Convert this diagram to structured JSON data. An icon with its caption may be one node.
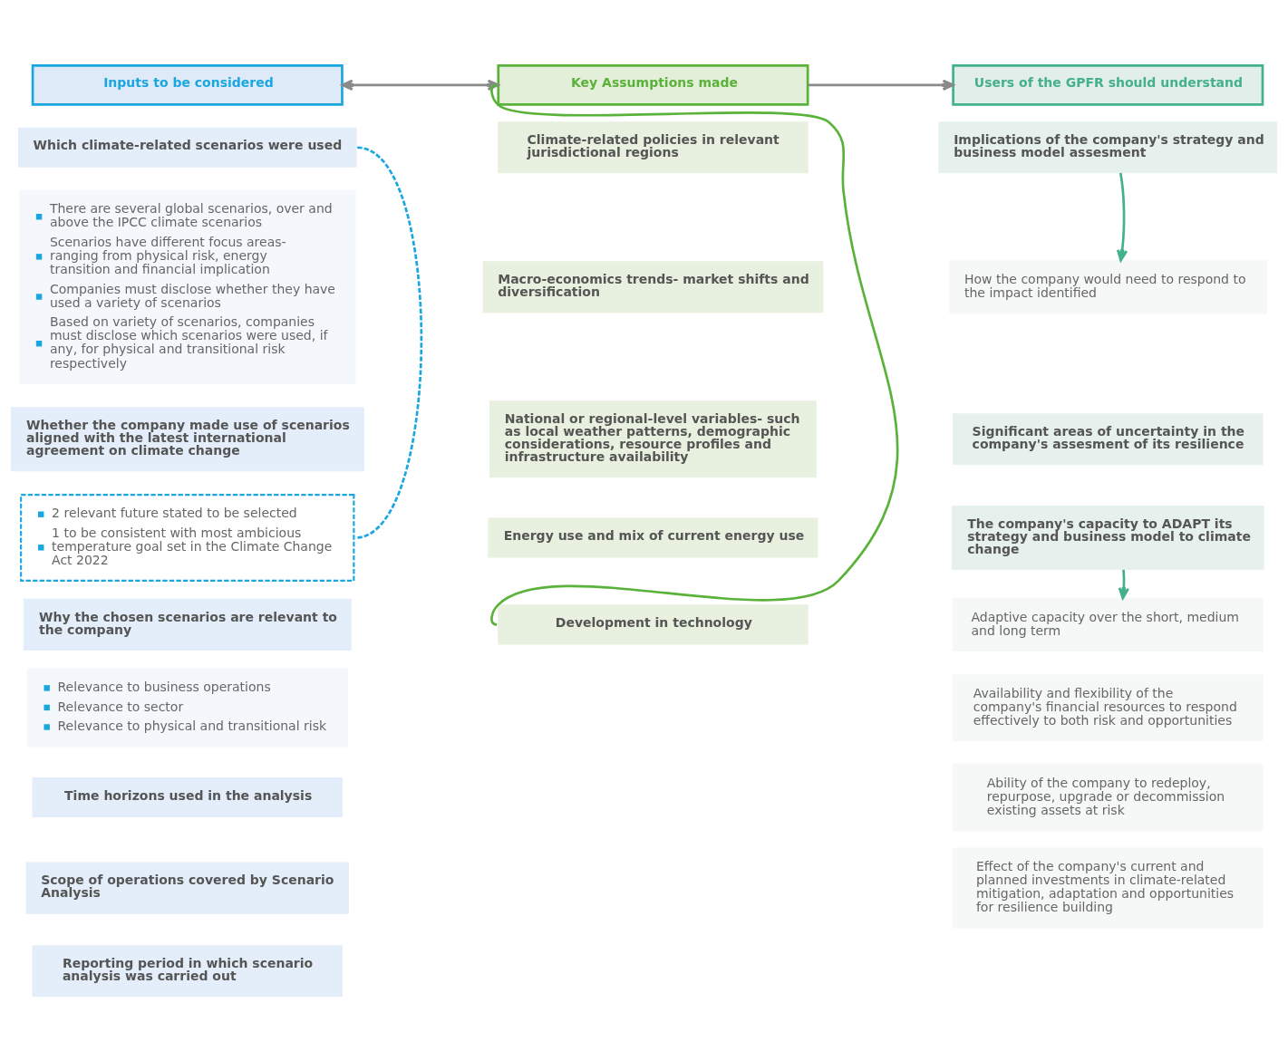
{
  "diagram": {
    "nodes": [
      {
        "text": [
          "Inputs to be considered"
        ]
      },
      {
        "text": [
          "Which climate-related scenarios were used"
        ]
      },
      {
        "text": [
          "There are several global scenarios, over and above the IPCC climate scenarios",
          "Scenarios have different focus areas- ranging from physical risk, energy transition and financial implication",
          "Companies must disclose whether they have used a variety of scenarios",
          "Based on variety of scenarios, companies must disclose which scenarios were used, if any, for physical and transitional risk respectively"
        ]
      },
      {
        "text": [
          "Whether the company made use of scenarios aligned with the latest international agreement on climate change"
        ]
      },
      {
        "text": [
          "2 relevant future stated to be selected",
          "1 to be consistent with most ambicious temperature goal set in the Climate Change Act 2022"
        ]
      },
      {
        "text": [
          "Why the chosen scenarios are relevant to the company"
        ]
      },
      {
        "text": [
          "Relevance to business operations",
          "Relevance to sector",
          "Relevance to physical and transitional risk"
        ]
      },
      {
        "text": [
          "Time horizons used in the analysis"
        ]
      },
      {
        "text": [
          "Scope of operations covered by Scenario Analysis"
        ]
      },
      {
        "text": [
          "Reporting period in which scenario analysis was carried out"
        ]
      },
      {
        "text": [
          "Key Assumptions made"
        ]
      },
      {
        "text": [
          "Climate-related policies in relevant jurisdictional regions"
        ]
      },
      {
        "text": [
          "Macro-economics trends- market shifts and diversification"
        ]
      },
      {
        "text": [
          "National or regional-level variables- such as local weather patterns, demographic considerations, resource profiles and infrastructure availability"
        ]
      },
      {
        "text": [
          "Energy use and mix of current energy use"
        ]
      },
      {
        "text": [
          "Development in technology"
        ]
      },
      {
        "text": [
          "Users of the GPFR should understand"
        ]
      },
      {
        "text": [
          "Implications of the company's strategy and business model assesment"
        ]
      },
      {
        "text": [
          "How the company would need to respond to the impact identified"
        ]
      },
      {
        "text": [
          "Significant areas of uncertainty in the company's assesment of its resilience"
        ]
      },
      {
        "text": [
          "The company's capacity to ADAPT its strategy and business model to climate change"
        ]
      },
      {
        "text": [
          "Adaptive capacity over the short, medium and long term"
        ]
      },
      {
        "text": [
          "Availability and flexibility of the company's financial resources to respond effectively to both risk and opportunities"
        ]
      },
      {
        "text": [
          "Ability of the company to redeploy, repurpose, upgrade or decommission existing assets at risk"
        ]
      },
      {
        "text": [
          "Effect of the company's current and planned investments in climate-related mitigation, adaptation and opportunities for resilience building"
        ]
      }
    ],
    "edges": [
      {
        "from": 0,
        "to": 10,
        "arrow": "both"
      },
      {
        "from": 10,
        "to": 16,
        "arrow": "to"
      },
      {
        "from": 1,
        "to": 4,
        "arrow": "none",
        "style": "dashed",
        "color": "#1aa7e0"
      },
      {
        "from": 10,
        "to": 15,
        "arrow": "none",
        "color": "#5ab23a"
      },
      {
        "from": 17,
        "to": 18,
        "arrow": "to",
        "color": "#45b08c"
      },
      {
        "from": 20,
        "to": 21,
        "arrow": "to",
        "color": "#45b08c"
      }
    ]
  }
}
